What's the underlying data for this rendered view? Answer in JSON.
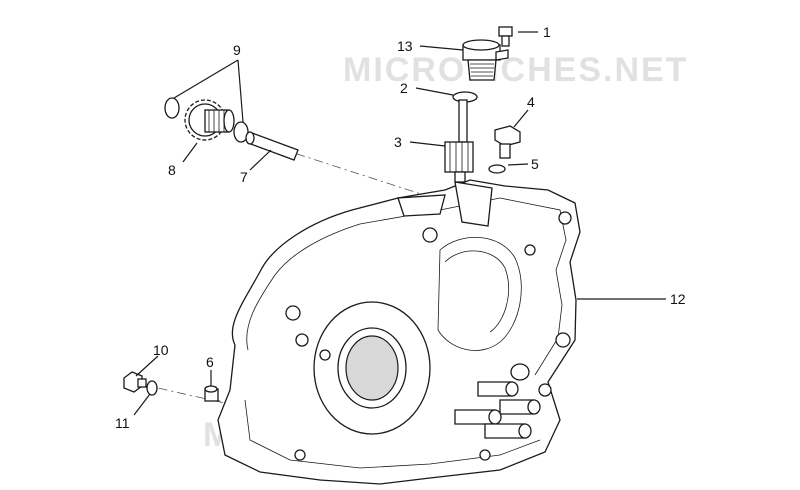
{
  "watermark": "MICROFICHES.NET",
  "callouts": [
    {
      "id": "1",
      "label": "1"
    },
    {
      "id": "2",
      "label": "2"
    },
    {
      "id": "3",
      "label": "3"
    },
    {
      "id": "4",
      "label": "4"
    },
    {
      "id": "5",
      "label": "5"
    },
    {
      "id": "6",
      "label": "6"
    },
    {
      "id": "7",
      "label": "7"
    },
    {
      "id": "8",
      "label": "8"
    },
    {
      "id": "9",
      "label": "9"
    },
    {
      "id": "10",
      "label": "10"
    },
    {
      "id": "11",
      "label": "11"
    },
    {
      "id": "12",
      "label": "12"
    },
    {
      "id": "13",
      "label": "13"
    }
  ]
}
